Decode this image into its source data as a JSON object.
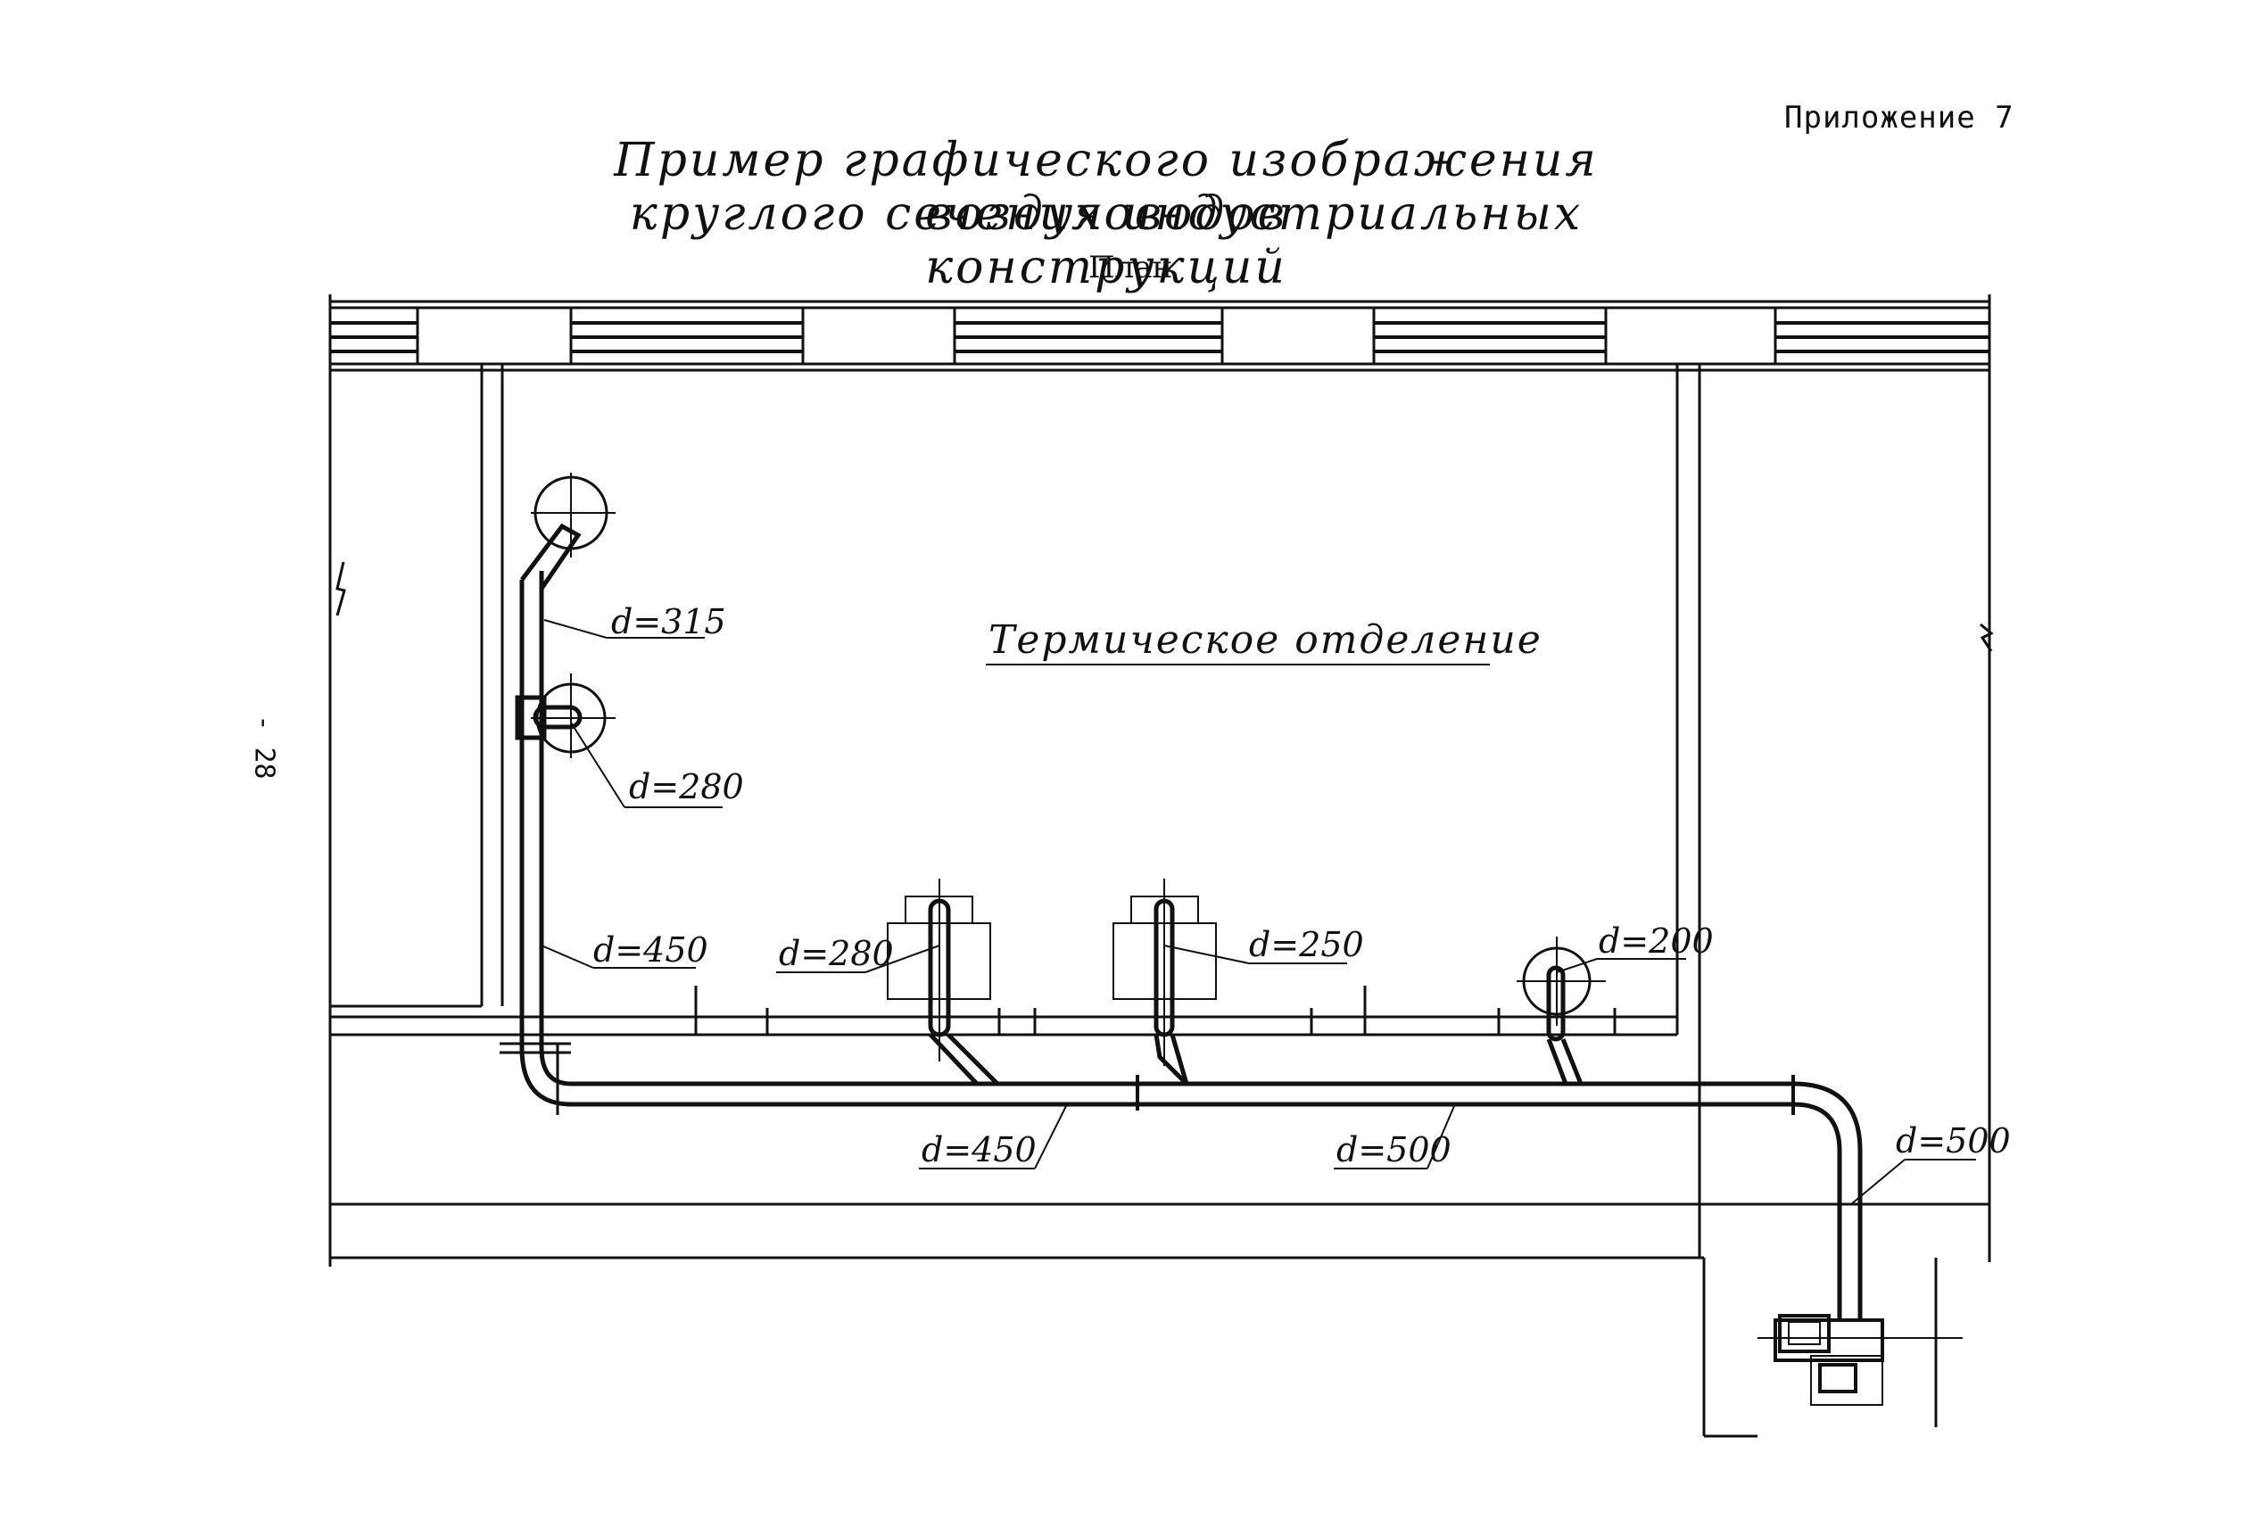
{
  "appendix": "Приложение 7",
  "title_line1": "Пример графического изображения воздуховодов",
  "title_line2": "круглого сечения индустриальных конструкций",
  "subtitle": "План",
  "page_number": "- 28",
  "room_name": "Термическое отделение",
  "labels": {
    "d315": "d=315",
    "d280_top": "d=280",
    "d450_vert": "d=450",
    "d280_mid": "d=280",
    "d250": "d=250",
    "d200": "d=200",
    "d450_horiz": "d=450",
    "d500_horiz": "d=500",
    "d500_vert": "d=500"
  }
}
